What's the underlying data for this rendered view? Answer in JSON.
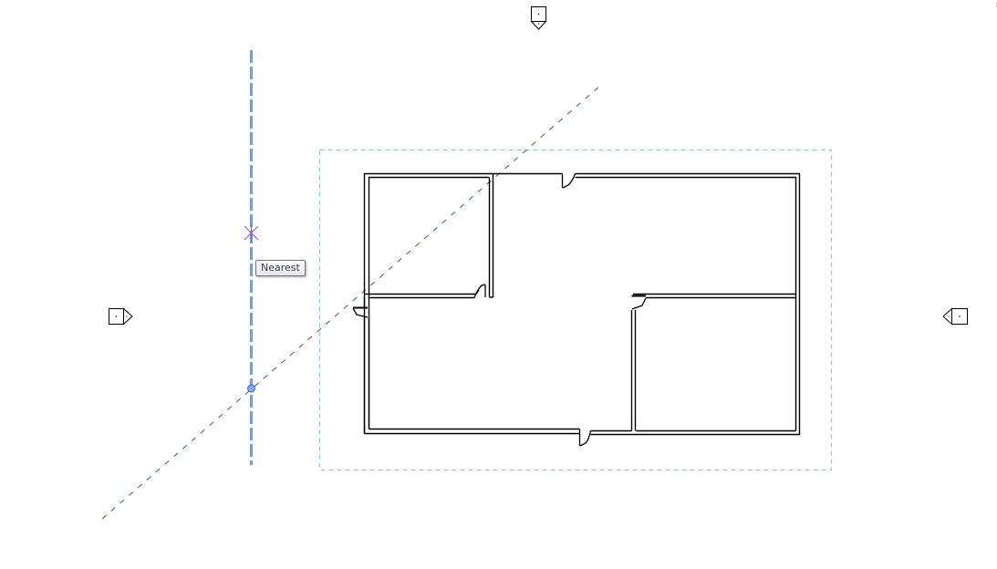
{
  "view": {
    "type": "floor-plan",
    "background": "#ffffff"
  },
  "tooltip": {
    "text": "Nearest"
  },
  "snap": {
    "type": "nearest",
    "marker_color": "#9b59d0"
  },
  "colors": {
    "wall": "#000000",
    "selected_line": "#3a6fc4",
    "crop_region": "#8ec5e0",
    "reference_line": "#1e7a2a",
    "elevation_marker": "#000000"
  },
  "elevation_markers": [
    {
      "name": "north",
      "direction": "down"
    },
    {
      "name": "west",
      "direction": "right"
    },
    {
      "name": "east",
      "direction": "left"
    }
  ]
}
